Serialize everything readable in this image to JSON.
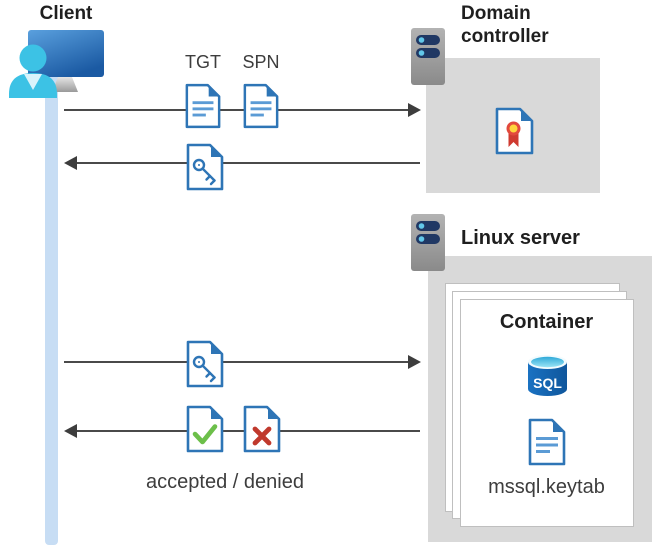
{
  "client": {
    "label": "Client"
  },
  "domain_controller": {
    "label_line1": "Domain",
    "label_line2": "controller"
  },
  "linux_server": {
    "label": "Linux server"
  },
  "container": {
    "title": "Container",
    "sql_badge": "SQL",
    "keytab_file": "mssql.keytab"
  },
  "flow": {
    "tgt_label": "TGT",
    "spn_label": "SPN",
    "result_label": "accepted / denied"
  },
  "colors": {
    "document_blue": "#2e75b6",
    "document_line_blue": "#5b9bd5",
    "person_cyan": "#3cc2e5",
    "box_gray": "#d9d9d9",
    "arrow_gray": "#4a4a4a",
    "check_green": "#6cbf4a",
    "cross_red": "#c0392d",
    "timeline_blue": "#c7ddf4",
    "server_bar_navy": "#203864",
    "sql_body_blue": "#1464b0",
    "cert_gold": "#ffd43c",
    "cert_red": "#cf3a30"
  }
}
